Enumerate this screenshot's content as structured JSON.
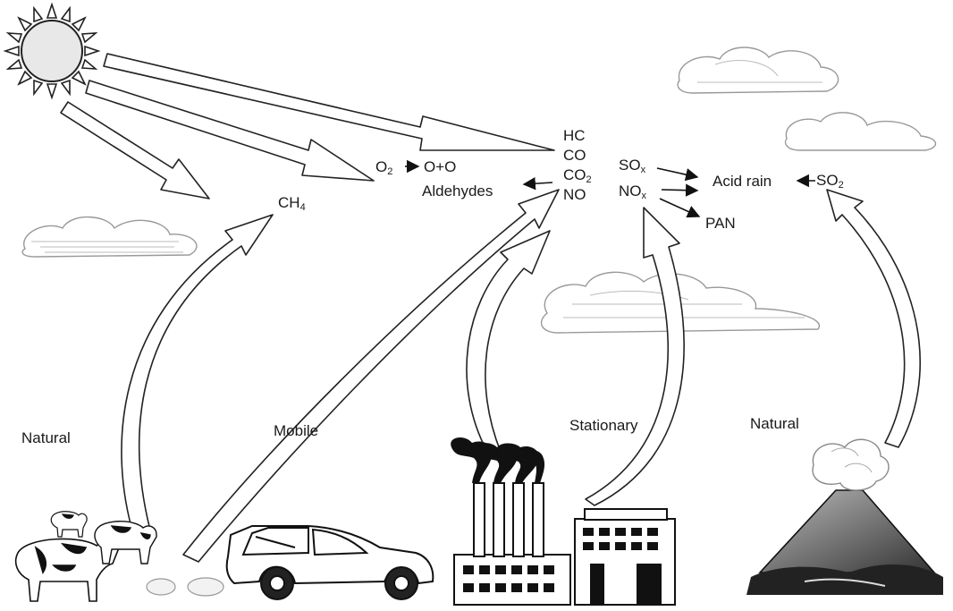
{
  "pollutants_column": [
    "HC",
    "CO",
    "CO",
    "NO"
  ],
  "pollutants_subs": [
    "",
    "",
    "2",
    ""
  ],
  "oxygen_reaction": {
    "reactant": "O",
    "reactant_sub": "2",
    "product": "O+O"
  },
  "aldehydes": "Aldehydes",
  "methane": {
    "base": "CH",
    "sub": "4"
  },
  "sox": {
    "base": "SO",
    "sub": "x"
  },
  "nox": {
    "base": "NO",
    "sub": "x"
  },
  "acid_rain": "Acid rain",
  "so2": {
    "base": "SO",
    "sub": "2"
  },
  "pan": "PAN",
  "sources": {
    "natural_left": "Natural",
    "mobile": "Mobile",
    "stationary": "Stationary",
    "natural_right": "Natural"
  }
}
